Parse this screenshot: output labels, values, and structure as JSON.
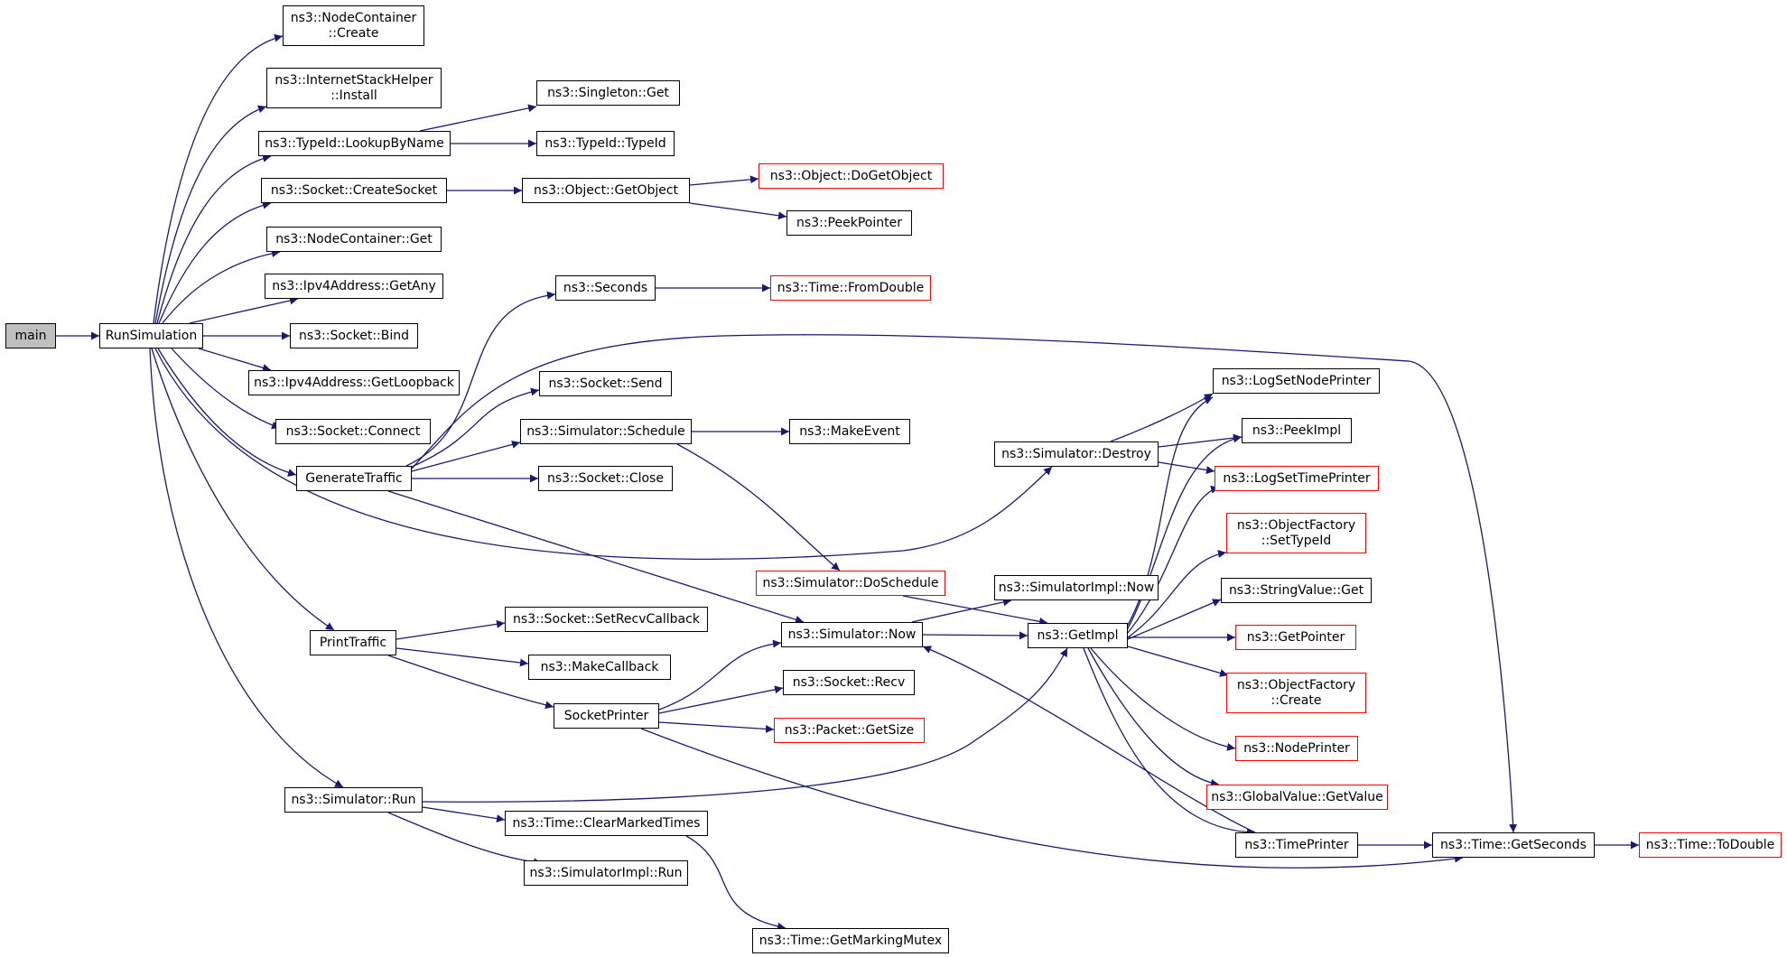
{
  "nodes": {
    "main": {
      "label": "main",
      "style": "gray"
    },
    "run_simulation": {
      "label": "RunSimulation",
      "style": "black"
    },
    "nodecontainer_create": {
      "label": "ns3::NodeContainer\n::Create",
      "style": "black"
    },
    "internetstackhelper_install": {
      "label": "ns3::InternetStackHelper\n::Install",
      "style": "black"
    },
    "typeid_lookupbyname": {
      "label": "ns3::TypeId::LookupByName",
      "style": "black"
    },
    "socket_createsocket": {
      "label": "ns3::Socket::CreateSocket",
      "style": "black"
    },
    "nodecontainer_get": {
      "label": "ns3::NodeContainer::Get",
      "style": "black"
    },
    "ipv4address_getany": {
      "label": "ns3::Ipv4Address::GetAny",
      "style": "black"
    },
    "socket_bind": {
      "label": "ns3::Socket::Bind",
      "style": "black"
    },
    "ipv4address_getloopback": {
      "label": "ns3::Ipv4Address::GetLoopback",
      "style": "black"
    },
    "socket_connect": {
      "label": "ns3::Socket::Connect",
      "style": "black"
    },
    "generate_traffic": {
      "label": "GenerateTraffic",
      "style": "black"
    },
    "print_traffic": {
      "label": "PrintTraffic",
      "style": "black"
    },
    "simulator_run": {
      "label": "ns3::Simulator::Run",
      "style": "black"
    },
    "singleton_get": {
      "label": "ns3::Singleton::Get",
      "style": "black"
    },
    "typeid_typeid": {
      "label": "ns3::TypeId::TypeId",
      "style": "black"
    },
    "object_getobject": {
      "label": "ns3::Object::GetObject",
      "style": "black"
    },
    "object_dogetobject": {
      "label": "ns3::Object::DoGetObject",
      "style": "red"
    },
    "peekpointer": {
      "label": "ns3::PeekPointer",
      "style": "black"
    },
    "seconds": {
      "label": "ns3::Seconds",
      "style": "black"
    },
    "time_fromdouble": {
      "label": "ns3::Time::FromDouble",
      "style": "red"
    },
    "socket_send": {
      "label": "ns3::Socket::Send",
      "style": "black"
    },
    "simulator_schedule": {
      "label": "ns3::Simulator::Schedule",
      "style": "black"
    },
    "makeevent": {
      "label": "ns3::MakeEvent",
      "style": "black"
    },
    "socket_close": {
      "label": "ns3::Socket::Close",
      "style": "black"
    },
    "simulator_destroy": {
      "label": "ns3::Simulator::Destroy",
      "style": "black"
    },
    "logsetnodeprinter": {
      "label": "ns3::LogSetNodePrinter",
      "style": "black"
    },
    "peekimpl": {
      "label": "ns3::PeekImpl",
      "style": "black"
    },
    "logsettimeprinter": {
      "label": "ns3::LogSetTimePrinter",
      "style": "red"
    },
    "objectfactory_settypeid": {
      "label": "ns3::ObjectFactory\n::SetTypeId",
      "style": "red"
    },
    "stringvalue_get": {
      "label": "ns3::StringValue::Get",
      "style": "black"
    },
    "getpointer": {
      "label": "ns3::GetPointer",
      "style": "red"
    },
    "objectfactory_create": {
      "label": "ns3::ObjectFactory\n::Create",
      "style": "red"
    },
    "nodeprinter": {
      "label": "ns3::NodePrinter",
      "style": "red"
    },
    "globalvalue_getvalue": {
      "label": "ns3::GlobalValue::GetValue",
      "style": "red"
    },
    "timeprinter": {
      "label": "ns3::TimePrinter",
      "style": "black"
    },
    "time_getseconds": {
      "label": "ns3::Time::GetSeconds",
      "style": "black"
    },
    "time_todouble": {
      "label": "ns3::Time::ToDouble",
      "style": "red"
    },
    "simulator_doschedule": {
      "label": "ns3::Simulator::DoSchedule",
      "style": "red"
    },
    "simulatorimpl_now": {
      "label": "ns3::SimulatorImpl::Now",
      "style": "black"
    },
    "getimpl": {
      "label": "ns3::GetImpl",
      "style": "black"
    },
    "simulator_now": {
      "label": "ns3::Simulator::Now",
      "style": "black"
    },
    "socket_setrecvcallback": {
      "label": "ns3::Socket::SetRecvCallback",
      "style": "black"
    },
    "makecallback": {
      "label": "ns3::MakeCallback",
      "style": "black"
    },
    "socketprinter": {
      "label": "SocketPrinter",
      "style": "black"
    },
    "socket_recv": {
      "label": "ns3::Socket::Recv",
      "style": "black"
    },
    "packet_getsize": {
      "label": "ns3::Packet::GetSize",
      "style": "red"
    },
    "time_clearmarkedtimes": {
      "label": "ns3::Time::ClearMarkedTimes",
      "style": "black"
    },
    "simulatorimpl_run": {
      "label": "ns3::SimulatorImpl::Run",
      "style": "black"
    },
    "time_getmarkingmutex": {
      "label": "ns3::Time::GetMarkingMutex",
      "style": "black"
    }
  },
  "colors": {
    "edge": "#191970",
    "red_border": "#ff0000",
    "gray_fill": "#bfbfbf"
  }
}
